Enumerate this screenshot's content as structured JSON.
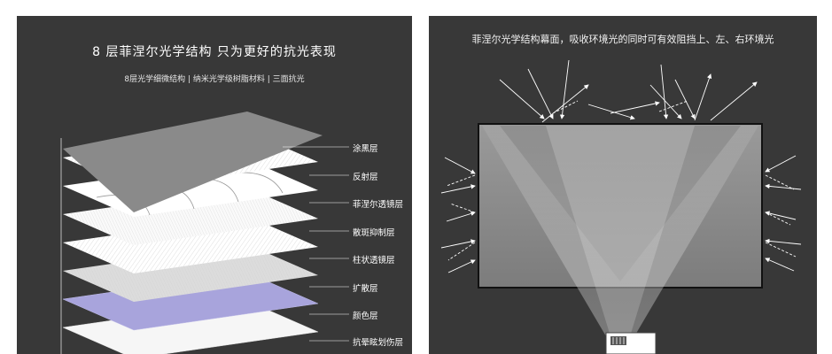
{
  "left_panel": {
    "title": "8 层菲涅尔光学结构 只为更好的抗光表现",
    "subtitle": "8层光学细微结构 | 纳米光学级树脂材料 | 三面抗光",
    "layers": [
      {
        "label": "涂黑层"
      },
      {
        "label": "反射层"
      },
      {
        "label": "菲涅尔透镜层"
      },
      {
        "label": "散斑抑制层"
      },
      {
        "label": "柱状透镜层"
      },
      {
        "label": "扩散层"
      },
      {
        "label": "颜色层"
      },
      {
        "label": "抗晕眩划伤层"
      }
    ]
  },
  "right_panel": {
    "caption": "菲涅尔光学结构幕面，吸收环境光的同时可有效阻挡上、左、右环境光"
  },
  "colors": {
    "panel_bg": "#383838",
    "page_bg": "#ffffff",
    "layer_black": "#8a8a8a",
    "layer_color": "#a8a4dc",
    "arrow": "#ffffff"
  },
  "icons": [
    "projector-icon",
    "arrow-icon"
  ]
}
